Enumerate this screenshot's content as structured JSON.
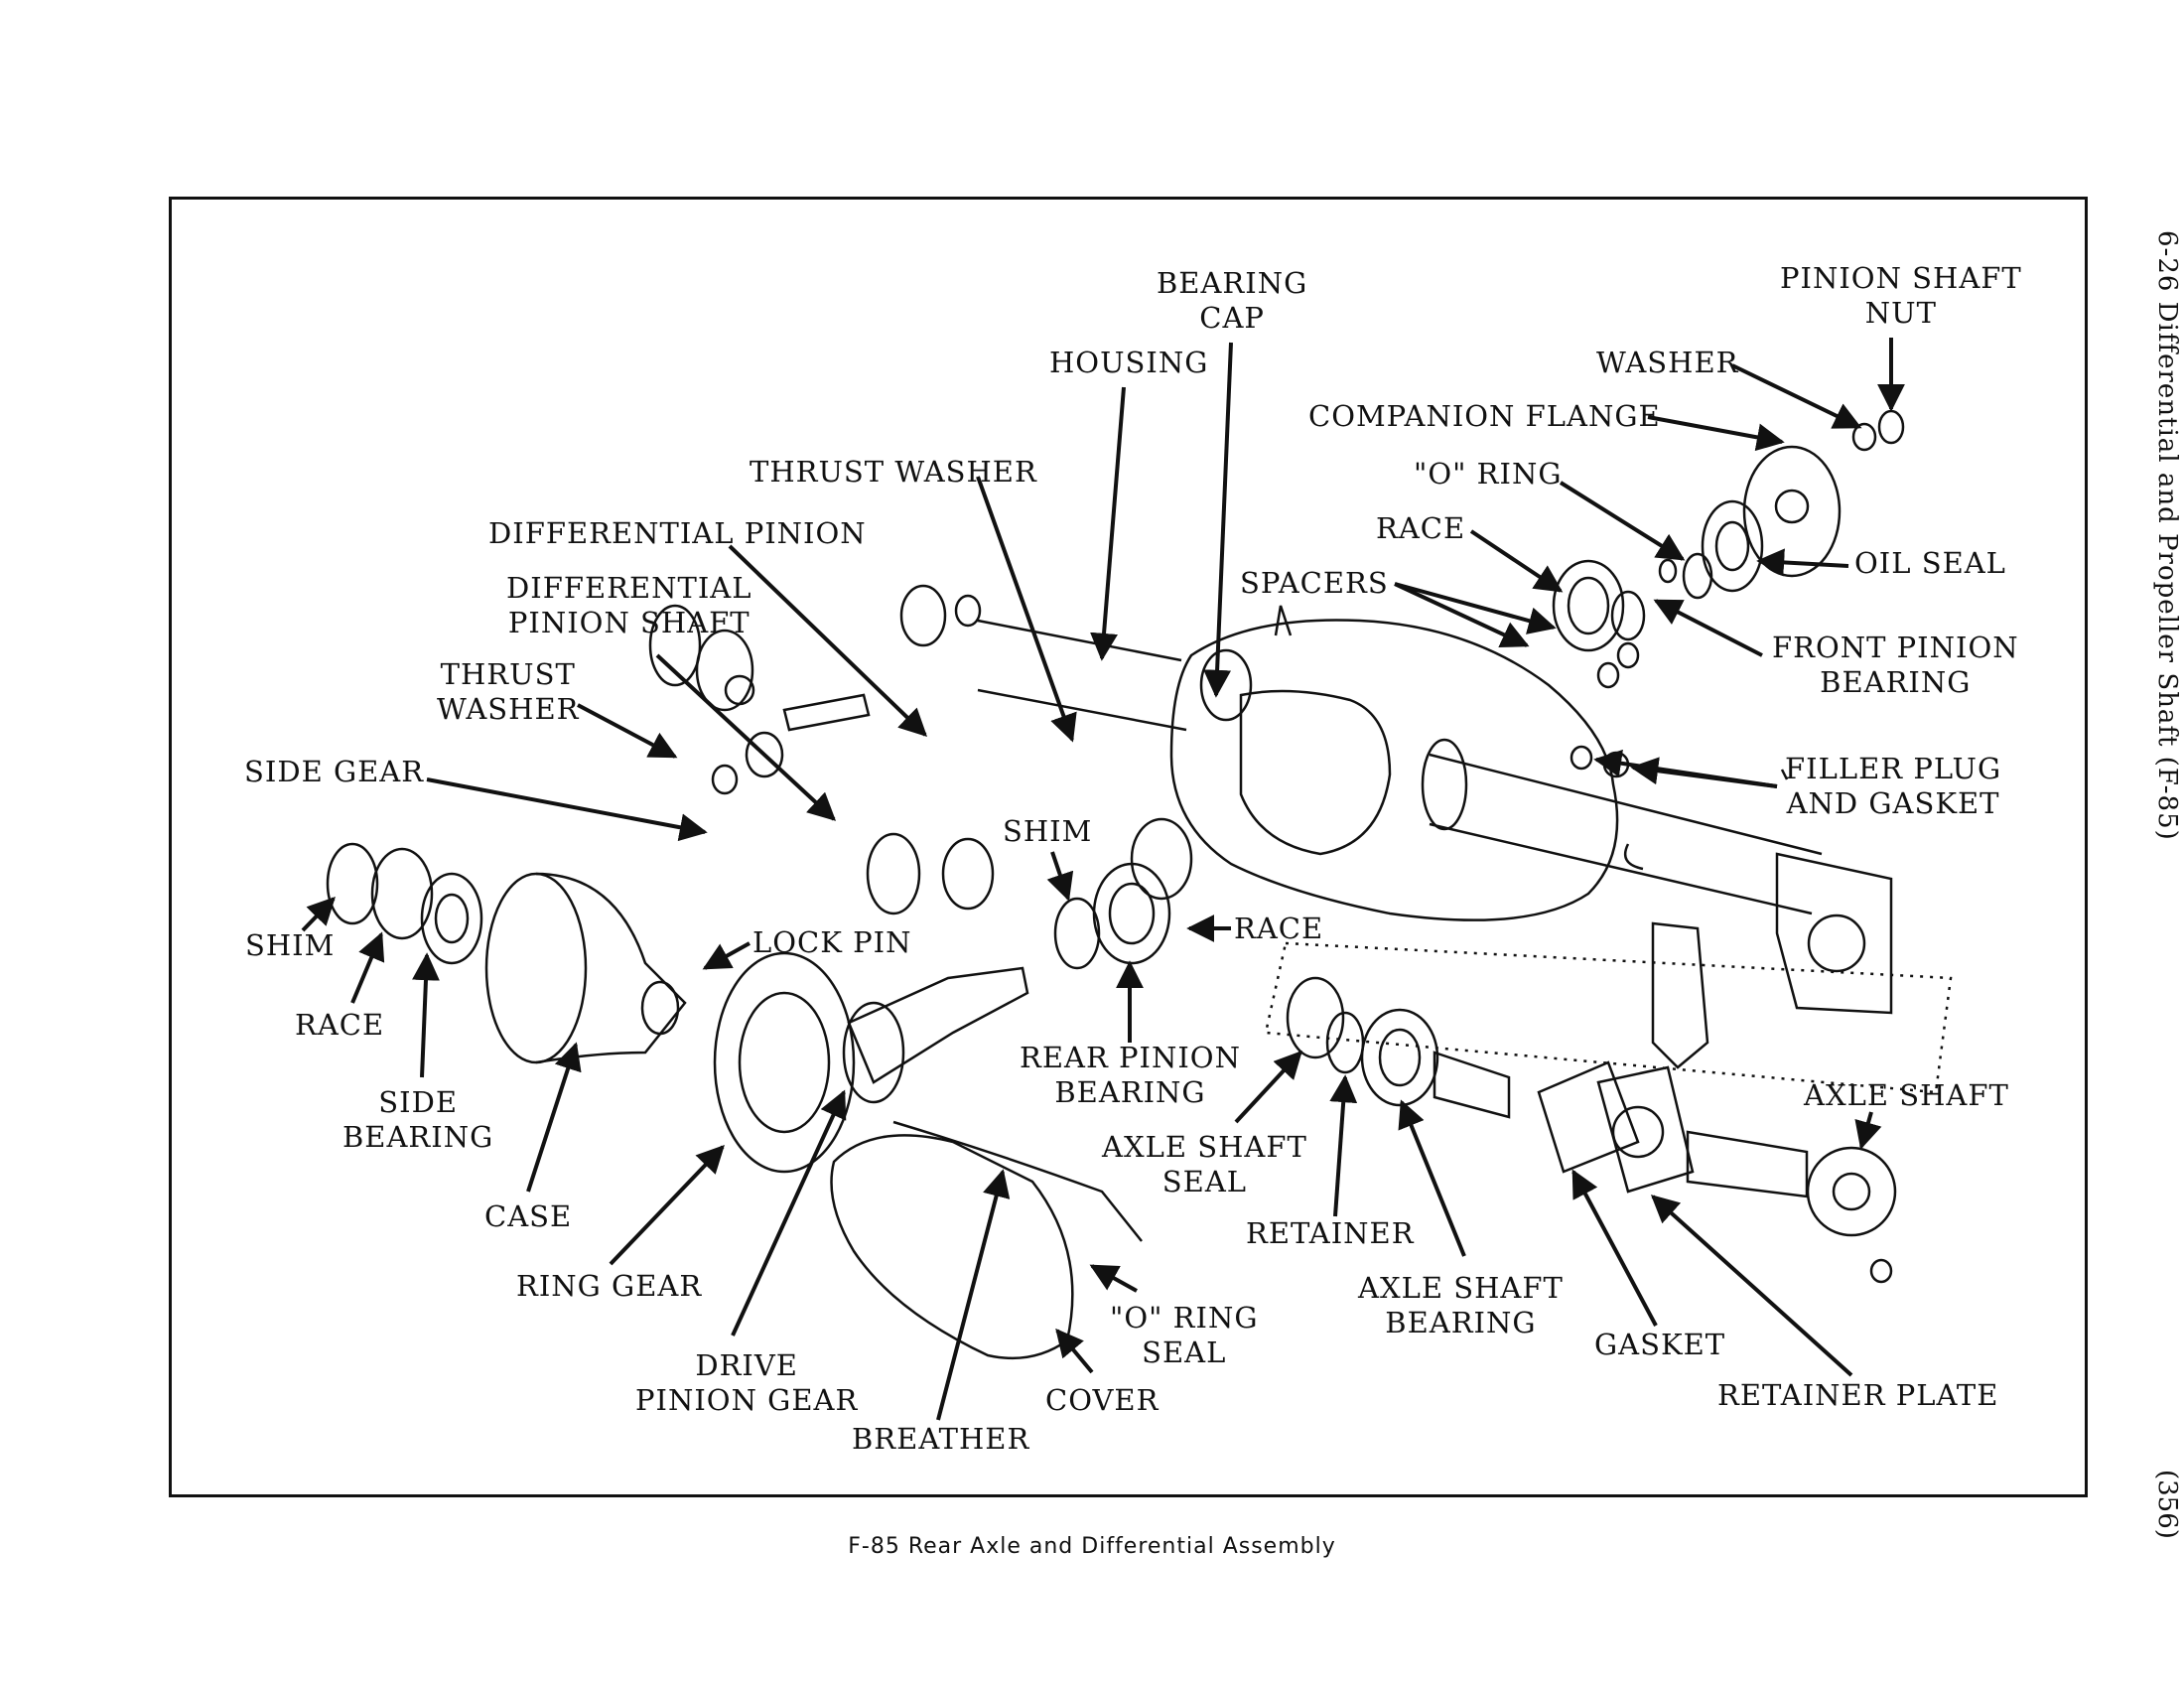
{
  "page": {
    "running_header": "6-26  Differential and Propeller Shaft  (F-85)",
    "page_number": "(356)",
    "caption": "F-85 Rear Axle and Differential Assembly"
  },
  "labels": {
    "bearing_cap": [
      "BEARING",
      "CAP"
    ],
    "housing": [
      "HOUSING"
    ],
    "thrust_washer_top": [
      "THRUST WASHER"
    ],
    "differential_pinion": [
      "DIFFERENTIAL PINION"
    ],
    "differential_pinion_shaft": [
      "DIFFERENTIAL",
      "PINION SHAFT"
    ],
    "thrust_washer_left": [
      "THRUST",
      "WASHER"
    ],
    "side_gear": [
      "SIDE GEAR"
    ],
    "shim_left": [
      "SHIM"
    ],
    "race_left": [
      "RACE"
    ],
    "side_bearing": [
      "SIDE",
      "BEARING"
    ],
    "case": [
      "CASE"
    ],
    "ring_gear": [
      "RING GEAR"
    ],
    "drive_pinion_gear": [
      "DRIVE",
      "PINION GEAR"
    ],
    "breather": [
      "BREATHER"
    ],
    "cover": [
      "COVER"
    ],
    "o_ring_seal": [
      "\"O\" RING",
      "SEAL"
    ],
    "lock_pin": [
      "LOCK PIN"
    ],
    "shim_center": [
      "SHIM"
    ],
    "race_center": [
      "RACE"
    ],
    "rear_pinion_bearing": [
      "REAR PINION",
      "BEARING"
    ],
    "axle_shaft_seal": [
      "AXLE SHAFT",
      "SEAL"
    ],
    "retainer": [
      "RETAINER"
    ],
    "axle_shaft_bearing": [
      "AXLE SHAFT",
      "BEARING"
    ],
    "gasket": [
      "GASKET"
    ],
    "retainer_plate": [
      "RETAINER PLATE"
    ],
    "axle_shaft": [
      "AXLE SHAFT"
    ],
    "filler_plug": [
      "FILLER PLUG",
      "AND GASKET"
    ],
    "front_pinion_bearing": [
      "FRONT PINION",
      "BEARING"
    ],
    "oil_seal": [
      "OIL SEAL"
    ],
    "spacers": [
      "SPACERS"
    ],
    "race_top": [
      "RACE"
    ],
    "o_ring_top": [
      "\"O\" RING"
    ],
    "companion_flange": [
      "COMPANION FLANGE"
    ],
    "washer": [
      "WASHER"
    ],
    "pinion_shaft_nut": [
      "PINION SHAFT",
      "NUT"
    ]
  }
}
